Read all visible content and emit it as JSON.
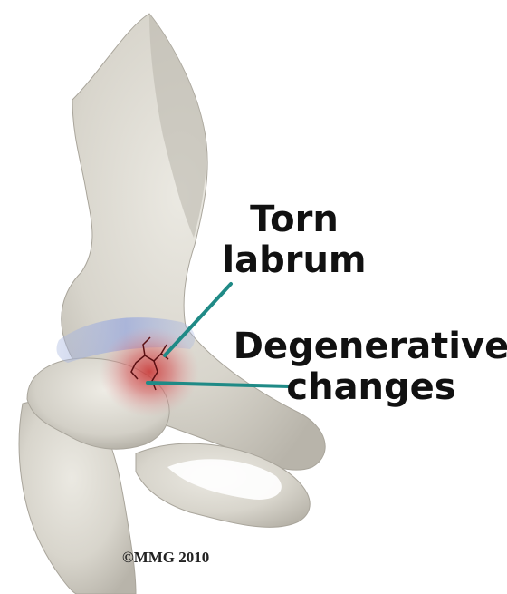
{
  "labels": {
    "torn_labrum_line1": "Torn",
    "torn_labrum_line2": "labrum",
    "degenerative_line1": "Degenerative",
    "degenerative_line2": "changes"
  },
  "copyright": "©MMG 2010",
  "colors": {
    "bone": "#dcd9d0",
    "bone_shadow": "#b9b6ad",
    "pointer_line": "#1f8a86",
    "labrum_band": "#aab8e0",
    "inflammation": "#c9302f"
  }
}
